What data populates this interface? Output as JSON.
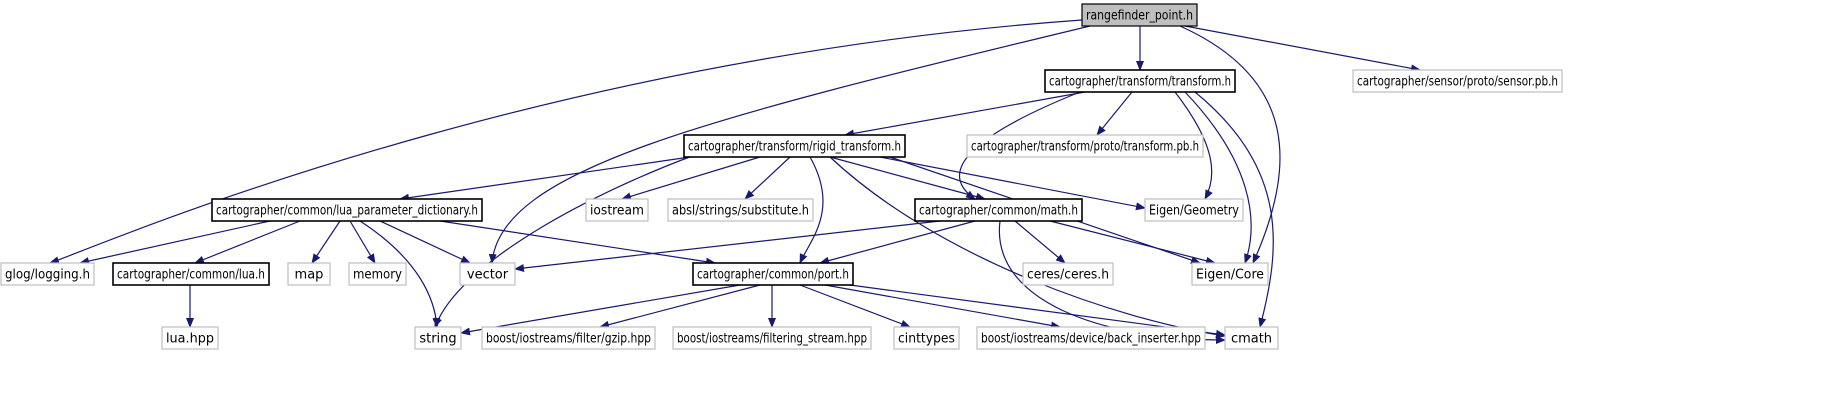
{
  "graph": {
    "title": "",
    "colors": {
      "edge": "#191970",
      "root_fill": "#bfbfbf",
      "file_border": "#000000",
      "external_border": "#bfbfbf"
    },
    "nodes": [
      {
        "id": "rangefinder_point",
        "label": "rangefinder_point.h",
        "kind": "root"
      },
      {
        "id": "transform",
        "label": "cartographer/transform/transform.h",
        "kind": "file"
      },
      {
        "id": "sensor_pb",
        "label": "cartographer/sensor/proto/sensor.pb.h",
        "kind": "external"
      },
      {
        "id": "rigid_transform",
        "label": "cartographer/transform/rigid_transform.h",
        "kind": "file"
      },
      {
        "id": "transform_pb",
        "label": "cartographer/transform/proto/transform.pb.h",
        "kind": "external"
      },
      {
        "id": "lua_param_dict",
        "label": "cartographer/common/lua_parameter_dictionary.h",
        "kind": "file"
      },
      {
        "id": "iostream",
        "label": "iostream",
        "kind": "external"
      },
      {
        "id": "substitute",
        "label": "absl/strings/substitute.h",
        "kind": "external"
      },
      {
        "id": "math",
        "label": "cartographer/common/math.h",
        "kind": "file"
      },
      {
        "id": "eigen_geometry",
        "label": "Eigen/Geometry",
        "kind": "external"
      },
      {
        "id": "glog",
        "label": "glog/logging.h",
        "kind": "external"
      },
      {
        "id": "lua_h",
        "label": "cartographer/common/lua.h",
        "kind": "file"
      },
      {
        "id": "map",
        "label": "map",
        "kind": "external"
      },
      {
        "id": "memory",
        "label": "memory",
        "kind": "external"
      },
      {
        "id": "vector",
        "label": "vector",
        "kind": "external"
      },
      {
        "id": "port",
        "label": "cartographer/common/port.h",
        "kind": "file"
      },
      {
        "id": "ceres",
        "label": "ceres/ceres.h",
        "kind": "external"
      },
      {
        "id": "eigen_core",
        "label": "Eigen/Core",
        "kind": "external"
      },
      {
        "id": "lua_hpp",
        "label": "lua.hpp",
        "kind": "external"
      },
      {
        "id": "string",
        "label": "string",
        "kind": "external"
      },
      {
        "id": "gzip",
        "label": "boost/iostreams/filter/gzip.hpp",
        "kind": "external"
      },
      {
        "id": "filtering_stream",
        "label": "boost/iostreams/filtering_stream.hpp",
        "kind": "external"
      },
      {
        "id": "cinttypes",
        "label": "cinttypes",
        "kind": "external"
      },
      {
        "id": "back_inserter",
        "label": "boost/iostreams/device/back_inserter.hpp",
        "kind": "external"
      },
      {
        "id": "cmath",
        "label": "cmath",
        "kind": "external"
      }
    ],
    "edges": [
      {
        "from": "rangefinder_point",
        "to": "transform"
      },
      {
        "from": "rangefinder_point",
        "to": "sensor_pb"
      },
      {
        "from": "rangefinder_point",
        "to": "glog"
      },
      {
        "from": "rangefinder_point",
        "to": "vector"
      },
      {
        "from": "rangefinder_point",
        "to": "eigen_core"
      },
      {
        "from": "transform",
        "to": "rigid_transform"
      },
      {
        "from": "transform",
        "to": "transform_pb"
      },
      {
        "from": "transform",
        "to": "math"
      },
      {
        "from": "transform",
        "to": "eigen_geometry"
      },
      {
        "from": "transform",
        "to": "eigen_core"
      },
      {
        "from": "transform",
        "to": "cmath"
      },
      {
        "from": "rigid_transform",
        "to": "lua_param_dict"
      },
      {
        "from": "rigid_transform",
        "to": "iostream"
      },
      {
        "from": "rigid_transform",
        "to": "substitute"
      },
      {
        "from": "rigid_transform",
        "to": "math"
      },
      {
        "from": "rigid_transform",
        "to": "eigen_geometry"
      },
      {
        "from": "rigid_transform",
        "to": "eigen_core"
      },
      {
        "from": "rigid_transform",
        "to": "port"
      },
      {
        "from": "rigid_transform",
        "to": "string"
      },
      {
        "from": "rigid_transform",
        "to": "cmath"
      },
      {
        "from": "lua_param_dict",
        "to": "glog"
      },
      {
        "from": "lua_param_dict",
        "to": "lua_h"
      },
      {
        "from": "lua_param_dict",
        "to": "map"
      },
      {
        "from": "lua_param_dict",
        "to": "memory"
      },
      {
        "from": "lua_param_dict",
        "to": "vector"
      },
      {
        "from": "lua_param_dict",
        "to": "port"
      },
      {
        "from": "lua_param_dict",
        "to": "string"
      },
      {
        "from": "lua_h",
        "to": "lua_hpp"
      },
      {
        "from": "math",
        "to": "vector"
      },
      {
        "from": "math",
        "to": "port"
      },
      {
        "from": "math",
        "to": "ceres"
      },
      {
        "from": "math",
        "to": "eigen_core"
      },
      {
        "from": "math",
        "to": "cmath"
      },
      {
        "from": "port",
        "to": "string"
      },
      {
        "from": "port",
        "to": "gzip"
      },
      {
        "from": "port",
        "to": "filtering_stream"
      },
      {
        "from": "port",
        "to": "cinttypes"
      },
      {
        "from": "port",
        "to": "back_inserter"
      },
      {
        "from": "port",
        "to": "cmath"
      }
    ]
  }
}
